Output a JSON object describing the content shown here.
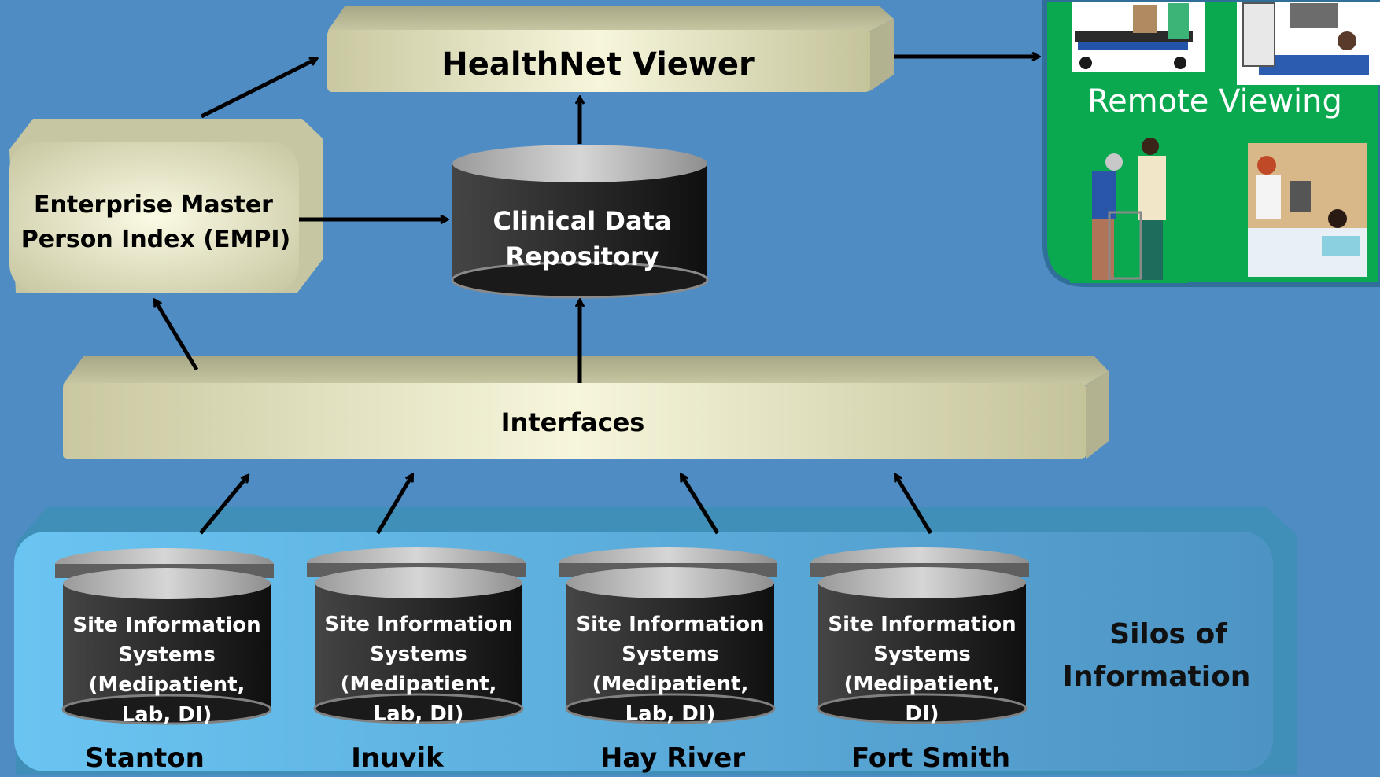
{
  "nodes": {
    "healthnet_viewer": "HealthNet Viewer",
    "empi_line1": "Enterprise Master",
    "empi_line2": "Person Index (EMPI)",
    "cdr_line1": "Clinical Data",
    "cdr_line2": "Repository",
    "interfaces": "Interfaces",
    "remote_viewing": "Remote Viewing",
    "silos_line1": "Silos of",
    "silos_line2": "Information"
  },
  "sites": [
    {
      "name": "Stanton",
      "lines": [
        "Site Information",
        "Systems",
        "(Medipatient,",
        "Lab, DI)"
      ]
    },
    {
      "name": "Inuvik",
      "lines": [
        "Site Information",
        "Systems",
        "(Medipatient,",
        "Lab, DI)"
      ]
    },
    {
      "name": "Hay River",
      "lines": [
        "Site Information",
        "Systems",
        "(Medipatient,",
        "Lab, DI)"
      ]
    },
    {
      "name": "Fort Smith",
      "lines": [
        "Site Information",
        "Systems",
        "(Medipatient,",
        "DI)"
      ]
    }
  ],
  "colors": {
    "background": "#4f8cc4",
    "slab": "#ecebc9",
    "silo_panel": "#5fb6e6",
    "cylinder_dark": "#202020",
    "remote_panel": "#0aa84f"
  }
}
